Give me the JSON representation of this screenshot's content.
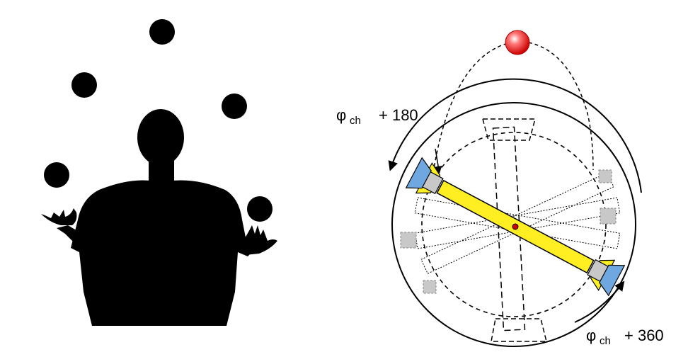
{
  "labels": {
    "phi_symbol": "φ",
    "phi_subscript": "ch",
    "offset_top": "+ 180",
    "offset_bottom": "+ 360"
  },
  "colors": {
    "silhouette": "#000000",
    "bar": "#ffee22",
    "cup_yellow": "#ffee22",
    "cup_blue": "#6fa8e0",
    "cup_grey": "#c8c8c8",
    "ball_red": "#ee1111",
    "pivot": "#cc0000"
  },
  "icons": {
    "juggler": "juggler-silhouette-icon",
    "ball": "red-ball-icon"
  }
}
